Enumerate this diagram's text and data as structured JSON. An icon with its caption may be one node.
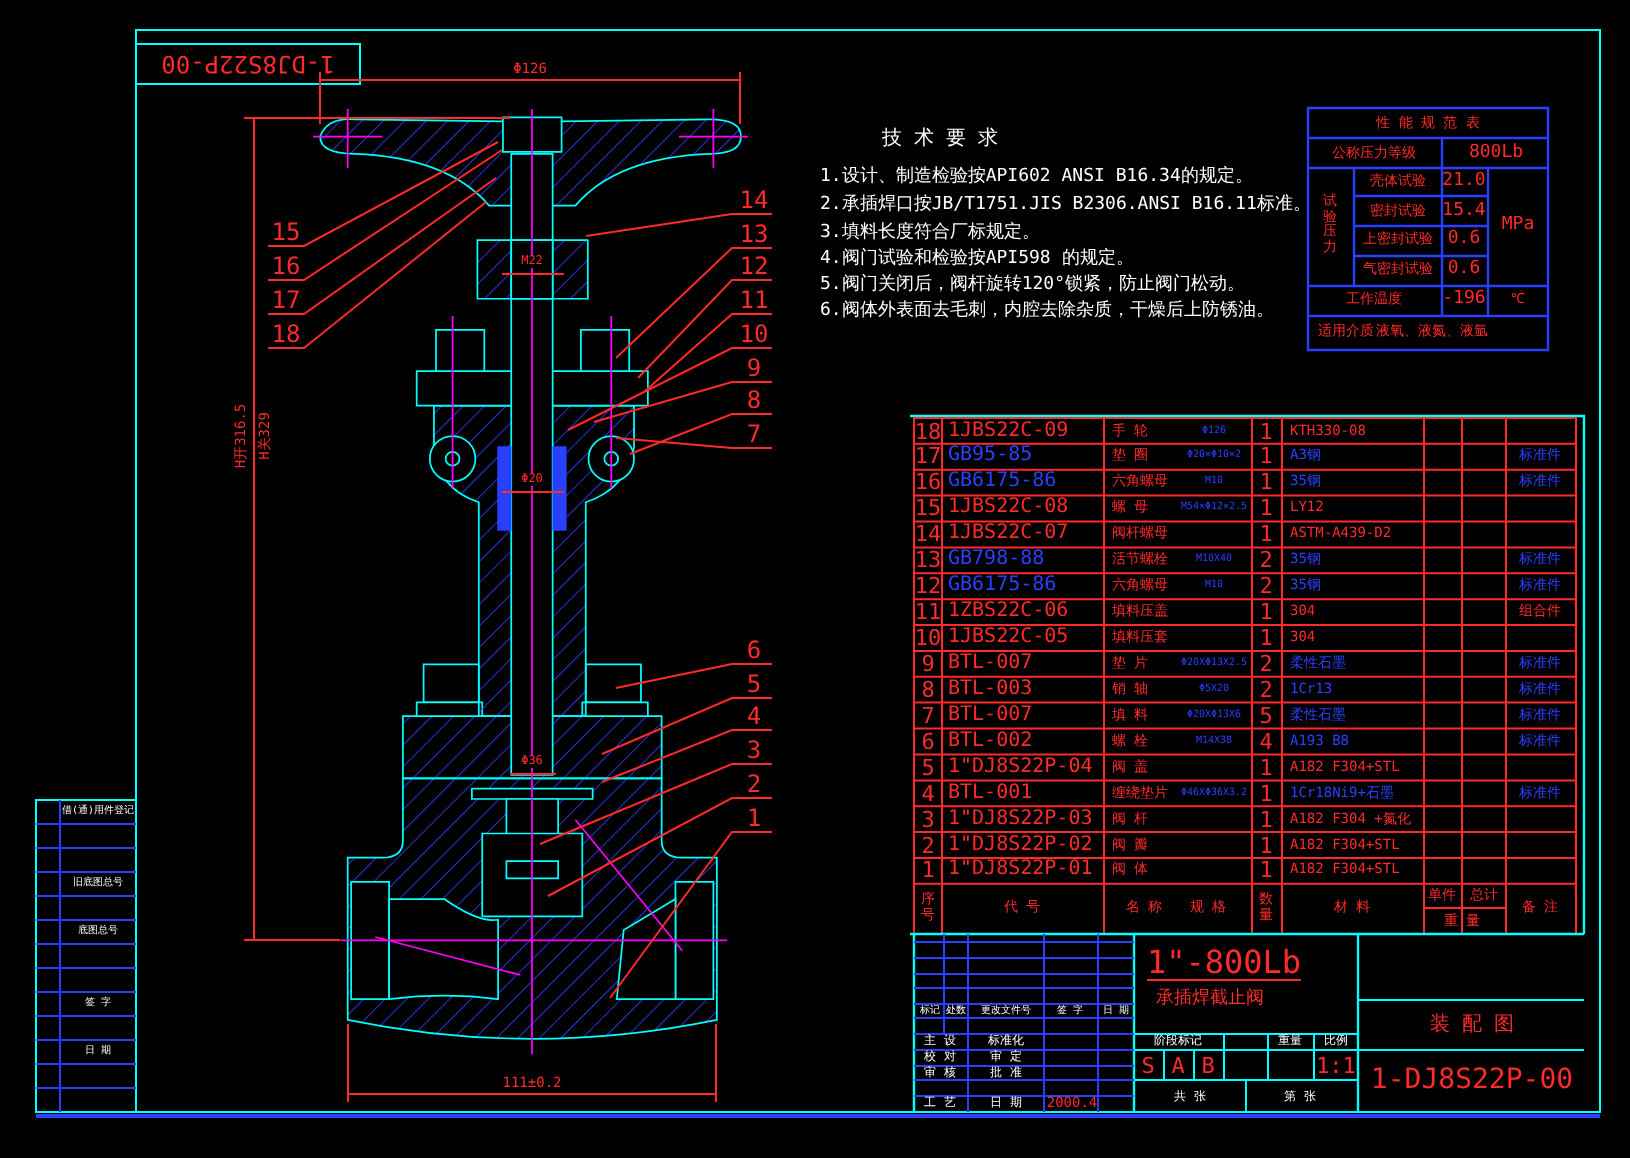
{
  "diagram": {
    "nodes": [
      {
        "text": [
          "15"
        ]
      },
      {
        "text": [
          "16"
        ]
      },
      {
        "text": [
          "17"
        ]
      },
      {
        "text": [
          "18"
        ]
      },
      {
        "text": [
          "14"
        ]
      },
      {
        "text": [
          "13"
        ]
      },
      {
        "text": [
          "12"
        ]
      },
      {
        "text": [
          "11"
        ]
      },
      {
        "text": [
          "10"
        ]
      },
      {
        "text": [
          "9"
        ]
      },
      {
        "text": [
          "8"
        ]
      },
      {
        "text": [
          "7"
        ]
      },
      {
        "text": [
          "6"
        ]
      },
      {
        "text": [
          "5"
        ]
      },
      {
        "text": [
          "4"
        ]
      },
      {
        "text": [
          "3"
        ]
      },
      {
        "text": [
          "2"
        ]
      },
      {
        "text": [
          "1"
        ]
      }
    ],
    "edges": [
      {
        "from": 0,
        "to": null,
        "arrow": "none"
      },
      {
        "from": 1,
        "to": null,
        "arrow": "none"
      },
      {
        "from": 2,
        "to": null,
        "arrow": "none"
      },
      {
        "from": 3,
        "to": null,
        "arrow": "none"
      },
      {
        "from": 4,
        "to": null,
        "arrow": "none"
      },
      {
        "from": 5,
        "to": null,
        "arrow": "none"
      },
      {
        "from": 6,
        "to": null,
        "arrow": "none"
      },
      {
        "from": 7,
        "to": null,
        "arrow": "none"
      },
      {
        "from": 8,
        "to": null,
        "arrow": "none"
      },
      {
        "from": 9,
        "to": null,
        "arrow": "none"
      },
      {
        "from": 10,
        "to": null,
        "arrow": "none"
      },
      {
        "from": 11,
        "to": null,
        "arrow": "none"
      },
      {
        "from": 12,
        "to": null,
        "arrow": "none"
      },
      {
        "from": 13,
        "to": null,
        "arrow": "none"
      },
      {
        "from": 14,
        "to": null,
        "arrow": "none"
      },
      {
        "from": 15,
        "to": null,
        "arrow": "none"
      },
      {
        "from": 16,
        "to": null,
        "arrow": "none"
      },
      {
        "from": 17,
        "to": null,
        "arrow": "none"
      }
    ],
    "labels": [
      "1-DJ8S22P-00",
      "Φ126",
      "M22",
      "Φ20",
      "Φ36",
      "H开316.5",
      "H关329",
      "111±0.2",
      "技 术 要 求",
      "1.设计、制造检验按API602  ANSI B16.34的规定。",
      "2.承插焊口按JB/T1751.JIS B2306.ANSI B16.11标准。",
      "3.填料长度符合厂标规定。",
      "4.阀门试验和检验按API598 的规定。",
      "5.阀门关闭后，阀杆旋转120°锁紧，防止阀门松动。",
      "6.阀体外表面去毛刺，内腔去除杂质，干燥后上防锈油。",
      "性 能 规 范 表",
      "公称压力等级",
      "800Lb",
      "试验压力",
      "壳体试验",
      "21.0",
      "密封试验",
      "15.4",
      "MPa",
      "上密封试验",
      "0.6",
      "气密封试验",
      "0.6",
      "工作温度",
      "-196",
      "℃",
      "适用介质",
      "液氧、液氮、液氩",
      "18",
      "1JBS22C-09",
      "手 轮",
      "Φ126",
      "1",
      "KTH330-08",
      "17",
      "GB95-85",
      "垫 圈",
      "Φ20×Φ10×2",
      "1",
      "A3钢",
      "标准件",
      "16",
      "GB6175-86",
      "六角螺母",
      "M10",
      "1",
      "35钢",
      "标准件",
      "15",
      "1JBS22C-08",
      "螺 母",
      "M54×Φ12×2.5",
      "1",
      "LY12",
      "14",
      "1JBS22C-07",
      "阀杆螺母",
      "1",
      "ASTM-A439-D2",
      "13",
      "GB798-88",
      "活节螺栓",
      "M10X40",
      "2",
      "35钢",
      "标准件",
      "12",
      "GB6175-86",
      "六角螺母",
      "M10",
      "2",
      "35钢",
      "标准件",
      "11",
      "1ZBS22C-06",
      "填料压盖",
      "1",
      "304",
      "组合件",
      "10",
      "1JBS22C-05",
      "填料压套",
      "1",
      "304",
      "9",
      "BTL-007",
      "垫 片",
      "Φ20XΦ13X2.5",
      "2",
      "柔性石墨",
      "标准件",
      "8",
      "BTL-003",
      "销 轴",
      "Φ5X20",
      "2",
      "1Cr13",
      "标准件",
      "7",
      "BTL-007",
      "填 料",
      "Φ20XΦ13X6",
      "5",
      "柔性石墨",
      "标准件",
      "6",
      "BTL-002",
      "螺 栓",
      "M14X38",
      "4",
      "A193 B8",
      "标准件",
      "5",
      "1\"DJ8S22P-04",
      "阀 盖",
      "1",
      "A182 F304+STL",
      "4",
      "BTL-001",
      "缠绕垫片",
      "Φ46XΦ36X3.2",
      "1",
      "1Cr18Ni9+石墨",
      "标准件",
      "3",
      "1\"DJ8S22P-03",
      "阀 杆",
      "1",
      "A182 F304 +氮化",
      "2",
      "1\"DJ8S22P-02",
      "阀 瓣",
      "1",
      "A182 F304+STL",
      "1",
      "1\"DJ8S22P-01",
      "阀 体",
      "1",
      "A182 F304+STL",
      "序号",
      "代 号",
      "名 称",
      "规 格",
      "数量",
      "材 料",
      "单件",
      "总计",
      "重 量",
      "备 注",
      "1\"-800Lb",
      "承插焊截止阀",
      "装 配 图",
      "1-DJ8S22P-00",
      "标记",
      "处数",
      "更改文件号",
      "签 字",
      "日 期",
      "主 设",
      "标准化",
      "校 对",
      "审 定",
      "审 核",
      "批 准",
      "工 艺",
      "日 期",
      "2000.4",
      "阶段标记",
      "重量",
      "比例",
      "S",
      "A",
      "B",
      "1:1",
      "共 张",
      "第 张",
      "借(通)用件登记",
      "旧底图总号",
      "底图总号",
      "签 字",
      "日 期"
    ]
  }
}
